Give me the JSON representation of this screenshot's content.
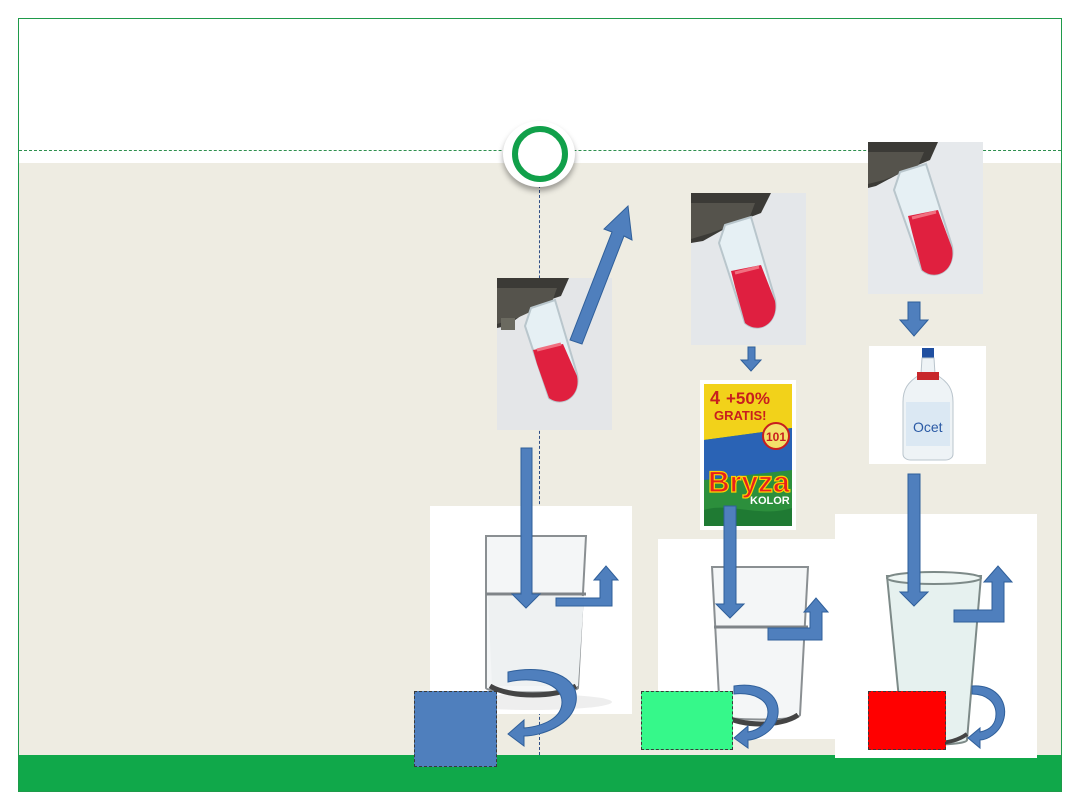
{
  "slide": {
    "colors": {
      "frame": "#1f9a4a",
      "content_bg": "#eeece2",
      "footer": "#10a84a",
      "circle": "#11a04a",
      "arrow": "#4f7fbd"
    }
  },
  "images": {
    "tube": "test-tube-red-solution",
    "detergent": "bryza-kolor-detergent-pack",
    "detergent_text": {
      "promo_top": "4",
      "promo_pct": "+50%",
      "promo_word": "GRATIS!",
      "badge": "101",
      "brand": "Bryza",
      "sub": "KOLOR"
    },
    "vinegar": "ocet-vinegar-bottle",
    "vinegar_label": "Ocet",
    "glass": "glass-of-water"
  },
  "results": [
    {
      "name": "blue",
      "color": "#4f7fbd"
    },
    {
      "name": "green",
      "color": "#36f88a"
    },
    {
      "name": "red",
      "color": "#ff0000"
    }
  ]
}
